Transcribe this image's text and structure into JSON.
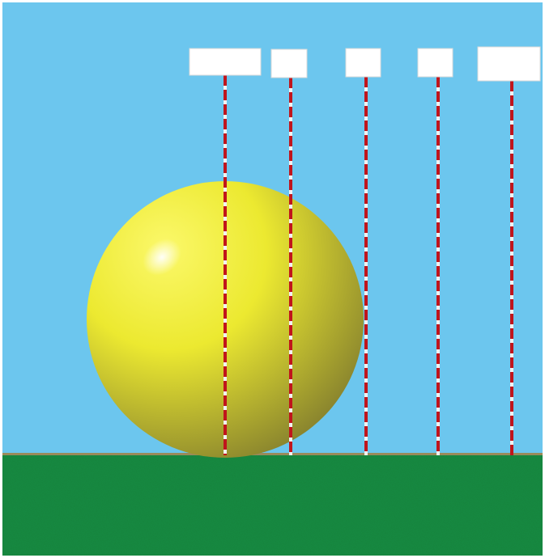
{
  "scene": {
    "sky_color": "#6cc6ee",
    "ground_color": "#1a8f45",
    "ground_edge_color": "#9a8a5a",
    "border_color": "#ffffff",
    "sphere": {
      "color_light": "#fbf86a",
      "color_mid": "#ece930",
      "color_dark": "#8b862e",
      "highlight_color": "#ffffff"
    },
    "pole_colors": {
      "primary": "#c0151c",
      "secondary": "#f2f2f2"
    },
    "sign_color": "#ffffff",
    "sign_border_color": "#d9d9d9",
    "poles": [
      {
        "name": "pole-1",
        "label": ""
      },
      {
        "name": "pole-2",
        "label": ""
      },
      {
        "name": "pole-3",
        "label": ""
      },
      {
        "name": "pole-4",
        "label": ""
      },
      {
        "name": "pole-5",
        "label": ""
      }
    ]
  }
}
